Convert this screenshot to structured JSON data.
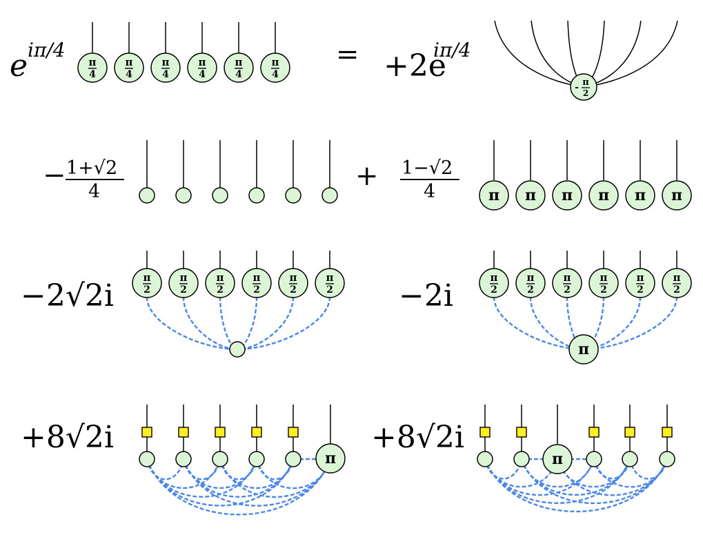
{
  "colors": {
    "green_fill": "#dcf5d6",
    "yellow_fill": "#ffee22",
    "blue_dash": "#4a86e8",
    "stroke": "#000000"
  },
  "symbols": {
    "pi": "π",
    "four": "4",
    "two": "2",
    "neg": "-"
  },
  "coefficients": {
    "lhs_exp_base": "e",
    "lhs_exp": "iπ/4",
    "equals": "=",
    "row1_coef": "+2e",
    "row1_exp": "iπ/4",
    "row2_minus": "−",
    "row2_num1": "1+√2",
    "row2_den1": "4",
    "row2_plus": "+",
    "row2_num2": "1−√2",
    "row2_den2": "4",
    "row3_coef_a": "−2√2i",
    "row3_coef_b": "−2i",
    "row4_coef_a": "+8√2i",
    "row4_coef_b": "+8√2i"
  }
}
